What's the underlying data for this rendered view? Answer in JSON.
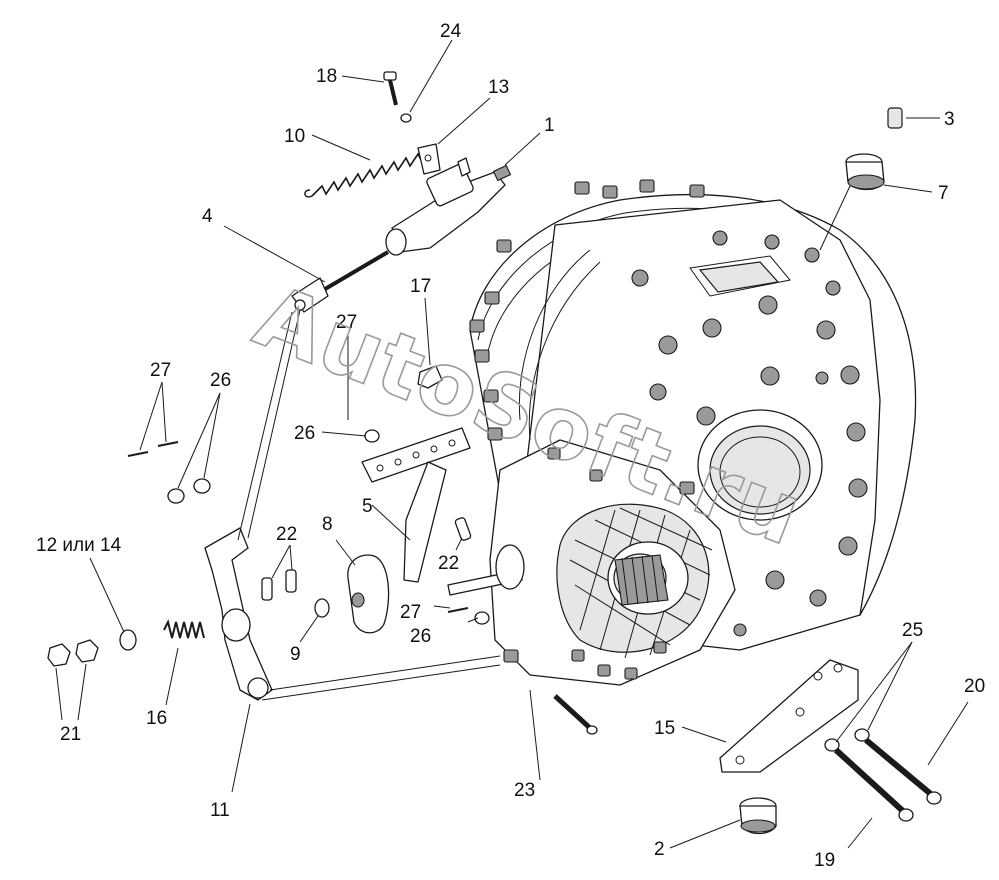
{
  "watermark": "AutoSoft.ru",
  "callouts": {
    "c1": "1",
    "c2": "2",
    "c3": "3",
    "c4": "4",
    "c5": "5",
    "c7": "7",
    "c8": "8",
    "c9": "9",
    "c10": "10",
    "c11": "11",
    "c12or14": "12 или 14",
    "c13": "13",
    "c15": "15",
    "c16": "16",
    "c17": "17",
    "c18": "18",
    "c19": "19",
    "c20": "20",
    "c21": "21",
    "c22a": "22",
    "c22b": "22",
    "c23": "23",
    "c24": "24",
    "c25": "25",
    "c26a": "26",
    "c26b": "26",
    "c26c": "26",
    "c27a": "27",
    "c27b": "27",
    "c27c": "27"
  }
}
